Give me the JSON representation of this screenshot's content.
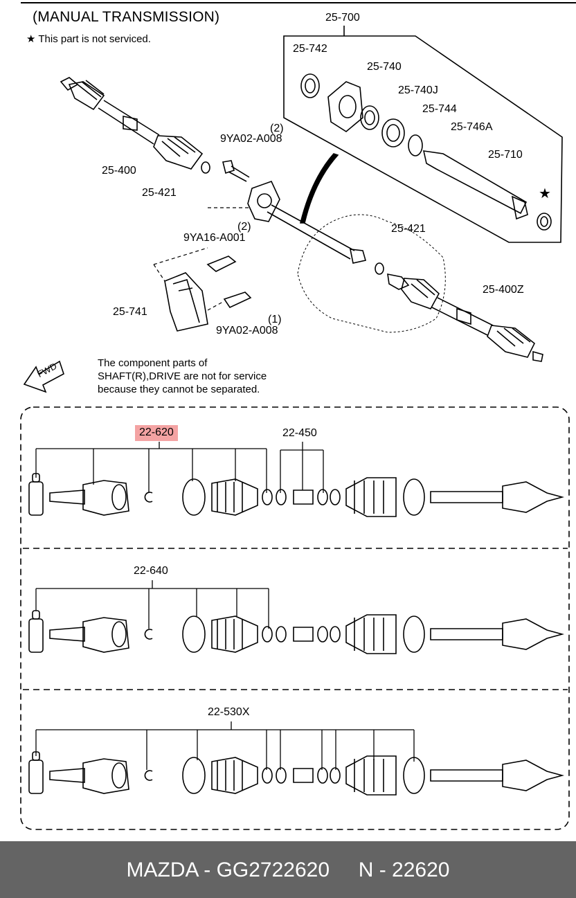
{
  "diagram": {
    "title": "(MANUAL TRANSMISSION)",
    "not_serviced_note": "This part is not serviced.",
    "not_serviced_symbol": "★",
    "service_note_lines": [
      "The component parts of",
      "SHAFT(R),DRIVE are not for service",
      "because they cannot be separated."
    ],
    "fwd_label": "FWD",
    "parts_upper": {
      "p25_700": "25-700",
      "p25_742": "25-742",
      "p25_740": "25-740",
      "p25_740J": "25-740J",
      "p25_744": "25-744",
      "p25_746A": "25-746A",
      "p25_710": "25-710",
      "p9YA02_A008_a": "9YA02-A008",
      "qty_a": "(2)",
      "p25_400": "25-400",
      "p25_421_a": "25-421",
      "p9YA16_A001": "9YA16-A001",
      "qty_b": "(2)",
      "p25_421_b": "25-421",
      "p25_400Z": "25-400Z",
      "p25_741": "25-741",
      "p9YA02_A008_b": "9YA02-A008",
      "qty_c": "(1)"
    },
    "parts_lower": {
      "p22_620": "22-620",
      "p22_450": "22-450",
      "p22_640": "22-640",
      "p22_530X": "22-530X"
    },
    "highlight_color": "#f4a3a3"
  },
  "footer": {
    "brand": "MAZDA",
    "part_number": "GG2722620",
    "ref_number": "N - 22620",
    "background_color": "#646464"
  }
}
